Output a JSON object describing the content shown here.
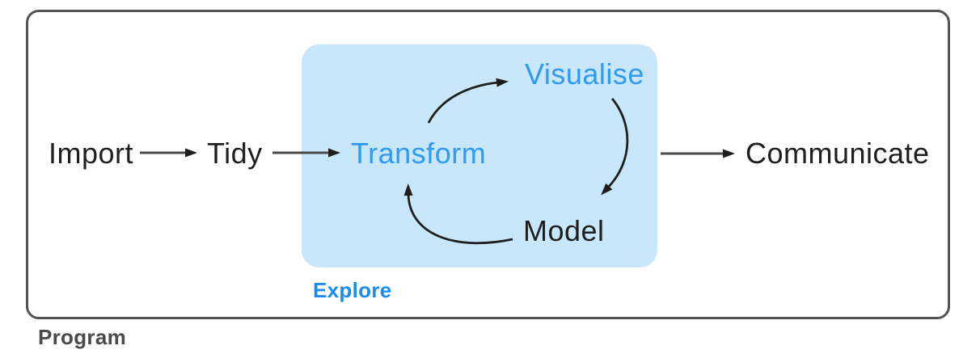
{
  "diagram": {
    "outer_label": "Program",
    "explore_label": "Explore",
    "nodes": {
      "import": "Import",
      "tidy": "Tidy",
      "transform": "Transform",
      "visualise": "Visualise",
      "model": "Model",
      "communicate": "Communicate"
    },
    "edges": [
      {
        "from": "Import",
        "to": "Tidy",
        "style": "straight"
      },
      {
        "from": "Tidy",
        "to": "Transform",
        "style": "straight"
      },
      {
        "from": "Transform",
        "to": "Visualise",
        "style": "curved"
      },
      {
        "from": "Visualise",
        "to": "Model",
        "style": "curved"
      },
      {
        "from": "Model",
        "to": "Transform",
        "style": "curved"
      },
      {
        "from": "Explore",
        "to": "Communicate",
        "style": "straight"
      }
    ]
  },
  "colors": {
    "accent-blue": "#2E9AF4",
    "explore-bg": "#C9E7FB",
    "explore-label": "#1B8DEF",
    "program-label": "#4a4a4a",
    "outer-border": "#545454",
    "arrow-line": "#4a4a4a",
    "arrow-curve": "#1e1e1e",
    "text-dark": "#1f1f1f"
  }
}
